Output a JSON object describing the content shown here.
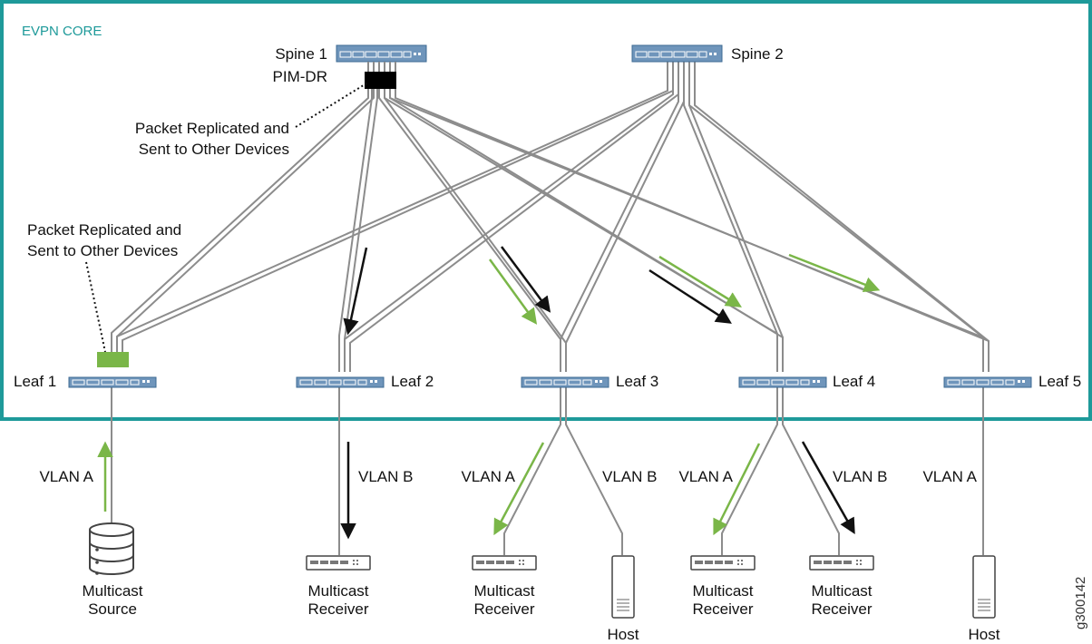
{
  "core_label": "EVPN CORE",
  "spines": [
    {
      "id": "spine1",
      "label": "Spine 1",
      "role": "PIM-DR"
    },
    {
      "id": "spine2",
      "label": "Spine 2"
    }
  ],
  "leaves": [
    {
      "id": "leaf1",
      "label": "Leaf 1"
    },
    {
      "id": "leaf2",
      "label": "Leaf 2"
    },
    {
      "id": "leaf3",
      "label": "Leaf 3"
    },
    {
      "id": "leaf4",
      "label": "Leaf 4"
    },
    {
      "id": "leaf5",
      "label": "Leaf 5"
    }
  ],
  "annotations": {
    "spine_replication": [
      "Packet Replicated and",
      "Sent to Other Devices"
    ],
    "leaf_replication": [
      "Packet Replicated and",
      "Sent to Other Devices"
    ]
  },
  "vlan_labels": {
    "leaf1": "VLAN A",
    "leaf2": "VLAN B",
    "leaf3_left": "VLAN A",
    "leaf3_right": "VLAN B",
    "leaf4_left": "VLAN A",
    "leaf4_right": "VLAN B",
    "leaf5": "VLAN A"
  },
  "endpoints": [
    {
      "id": "source",
      "type": "database",
      "lines": [
        "Multicast",
        "Source"
      ]
    },
    {
      "id": "recv-leaf2",
      "type": "switch",
      "lines": [
        "Multicast",
        "Receiver"
      ]
    },
    {
      "id": "recv-leaf3",
      "type": "switch",
      "lines": [
        "Multicast",
        "Receiver"
      ]
    },
    {
      "id": "host-leaf3",
      "type": "server",
      "lines": [
        "Host"
      ]
    },
    {
      "id": "recv-leaf4-a",
      "type": "switch",
      "lines": [
        "Multicast",
        "Receiver"
      ]
    },
    {
      "id": "recv-leaf4-b",
      "type": "switch",
      "lines": [
        "Multicast",
        "Receiver"
      ]
    },
    {
      "id": "host-leaf5",
      "type": "server",
      "lines": [
        "Host"
      ]
    }
  ],
  "figure_id": "g300142",
  "colors": {
    "border": "#1e9a9a",
    "link": "#8c8c8c",
    "vlan_a_arrow": "#7ab648",
    "vlan_b_arrow": "#111111",
    "switch_fill": "#5b86b0",
    "replicator_green": "#7ab648",
    "replicator_black": "#000000"
  }
}
